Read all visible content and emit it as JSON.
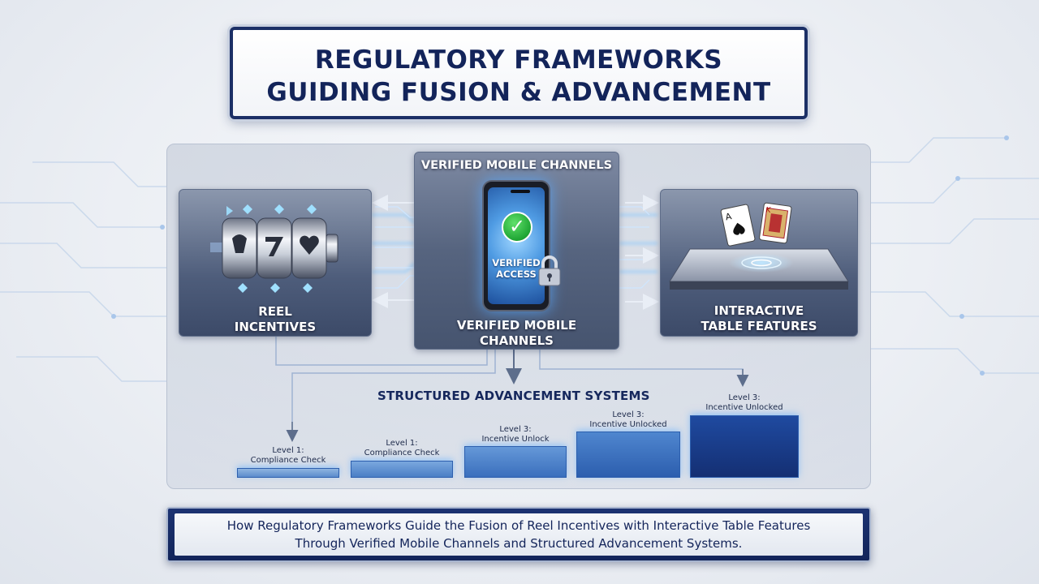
{
  "title": {
    "line1": "REGULATORY FRAMEWORKS",
    "line2": "GUIDING FUSION & ADVANCEMENT"
  },
  "nodes": {
    "reel": {
      "line1": "REEL",
      "line2": "INCENTIVES"
    },
    "mobile": {
      "top_label": "VERIFIED MOBILE CHANNELS",
      "phone_line1": "VERIFIED",
      "phone_line2": "ACCESS",
      "bottom_line1": "VERIFIED MOBILE",
      "bottom_line2": "CHANNELS"
    },
    "table": {
      "line1": "INTERACTIVE",
      "line2": "TABLE FEATURES"
    }
  },
  "structured": {
    "label": "STRUCTURED ADVANCEMENT SYSTEMS",
    "levels": [
      {
        "line1": "Level 1:",
        "line2": "Compliance Check"
      },
      {
        "line1": "Level 1:",
        "line2": "Compliance Check"
      },
      {
        "line1": "Level 3:",
        "line2": "Incentive Unlock"
      },
      {
        "line1": "Level 3:",
        "line2": "Incentive Unlocked"
      },
      {
        "line1": "Level 3:",
        "line2": "Incentive Unlocked"
      }
    ]
  },
  "footer": {
    "line1": "How Regulatory Frameworks Guide the Fusion of Reel Incentives with Interactive Table Features",
    "line2": "Through Verified Mobile Channels and Structured Advancement Systems."
  },
  "colors": {
    "navy": "#13245a",
    "accent_glow": "#4fb3ff",
    "verified_green": "#1fa534"
  },
  "icons": [
    "slot-reel-icon",
    "smartphone-icon",
    "checkmark-icon",
    "padlock-icon",
    "playing-cards-icon",
    "table-tablet-icon"
  ]
}
